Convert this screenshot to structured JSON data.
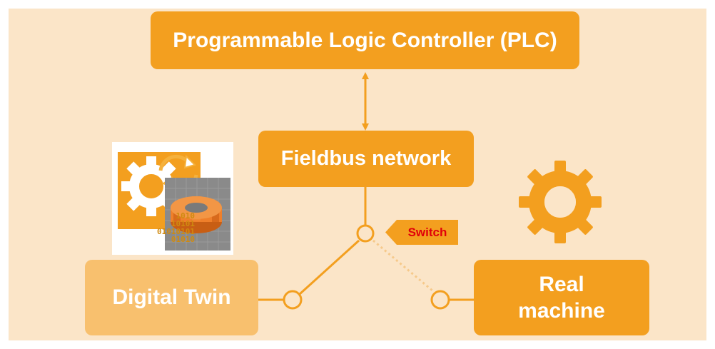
{
  "diagram": {
    "plc": {
      "label": "Programmable Logic Controller (PLC)"
    },
    "fieldbus": {
      "label": "Fieldbus network"
    },
    "switch": {
      "label": "Switch"
    },
    "digital_twin": {
      "label": "Digital Twin",
      "binary_text": [
        "1010",
        "10101",
        "01010101",
        "01010"
      ]
    },
    "real_machine": {
      "label_line1": "Real",
      "label_line2": "machine"
    }
  },
  "colors": {
    "background": "#fbe5c8",
    "box_primary": "#f39f1f",
    "box_light": "#f8c06e",
    "switch_text": "#e0000a",
    "gear_3d": "#ef7f2a"
  }
}
